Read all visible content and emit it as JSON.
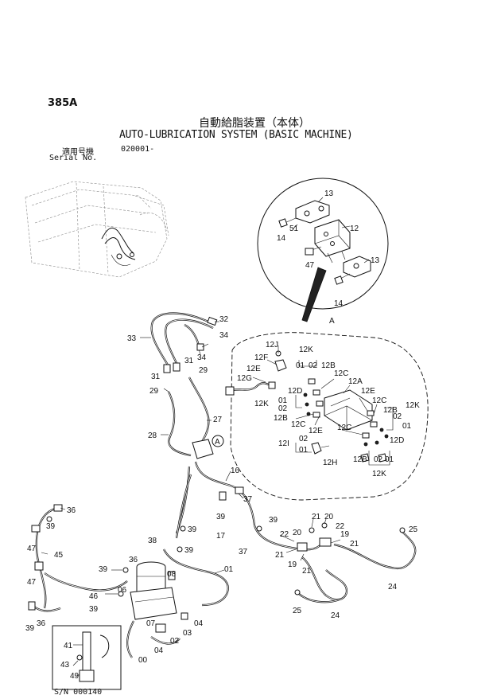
{
  "header": {
    "page_code": "385A",
    "title_jp": "自動給脂装置（本体）",
    "title_en": "AUTO-LUBRICATION SYSTEM (BASIC MACHINE)",
    "serial_label_jp": "適用号機",
    "serial_label_en": "Serial No.",
    "serial_range": "020001-"
  },
  "footer": {
    "code": "S/N 000140"
  },
  "callouts": {
    "c00": "00",
    "c01": "01",
    "c02": "02",
    "c03": "03",
    "c04a": "04",
    "c04b": "04",
    "c06": "06",
    "c07": "07",
    "c02b": "02",
    "c12": "12",
    "c13a": "13",
    "c13b": "13",
    "c14a": "14",
    "c14b": "14",
    "c47a": "47",
    "c51": "51",
    "cA1": "A",
    "cA2": "A",
    "c12J": "12J",
    "c12K1": "12K",
    "c12F": "12F",
    "c12E1": "12E",
    "c12G": "12G",
    "c01a": "01",
    "c02a": "02",
    "c12Ba": "12B",
    "c12C1": "12C",
    "c12A": "12A",
    "c12D1": "12D",
    "c01b": "01",
    "c02c": "02",
    "c12K2": "12K",
    "c12B2": "12B",
    "c12C2": "12C",
    "c12E2": "12E",
    "c12E3": "12E",
    "c12C3": "12C",
    "c12B3": "12B",
    "c12K3": "12K",
    "c02d": "02",
    "c01c": "01",
    "c12D2": "12D",
    "c12C4": "12C",
    "c12I": "12I",
    "c02e": "02",
    "c01d": "01",
    "c12H": "12H",
    "c12B4": "12B",
    "c02f": "02",
    "c01e": "01",
    "c12K4": "12K",
    "c32": "32",
    "c33": "33",
    "c34": "34",
    "c31": "31",
    "c31b": "31",
    "c29a": "29",
    "c29b": "29",
    "c27": "27",
    "c28": "28",
    "c16": "16",
    "c37a": "37",
    "c39a": "39",
    "c17": "17",
    "c39b": "39",
    "c37b": "37",
    "c22a": "22",
    "c20a": "20",
    "c21a": "21",
    "c20b": "20",
    "c22b": "22",
    "c19a": "19",
    "c21b": "21",
    "c21c": "21",
    "c19b": "19",
    "c21d": "21",
    "c25a": "25",
    "c24a": "24",
    "c25b": "25",
    "c24b": "24",
    "c36a": "36",
    "c39c": "39",
    "c47b": "47",
    "c45": "45",
    "c47c": "47",
    "c36b": "36",
    "c39d": "39",
    "c38": "38",
    "c39e": "39",
    "c39f": "39",
    "c36c": "36",
    "c39g": "39",
    "c46": "46",
    "c39h": "39",
    "c08": "08",
    "c41": "41",
    "c43": "43",
    "c49": "49"
  }
}
